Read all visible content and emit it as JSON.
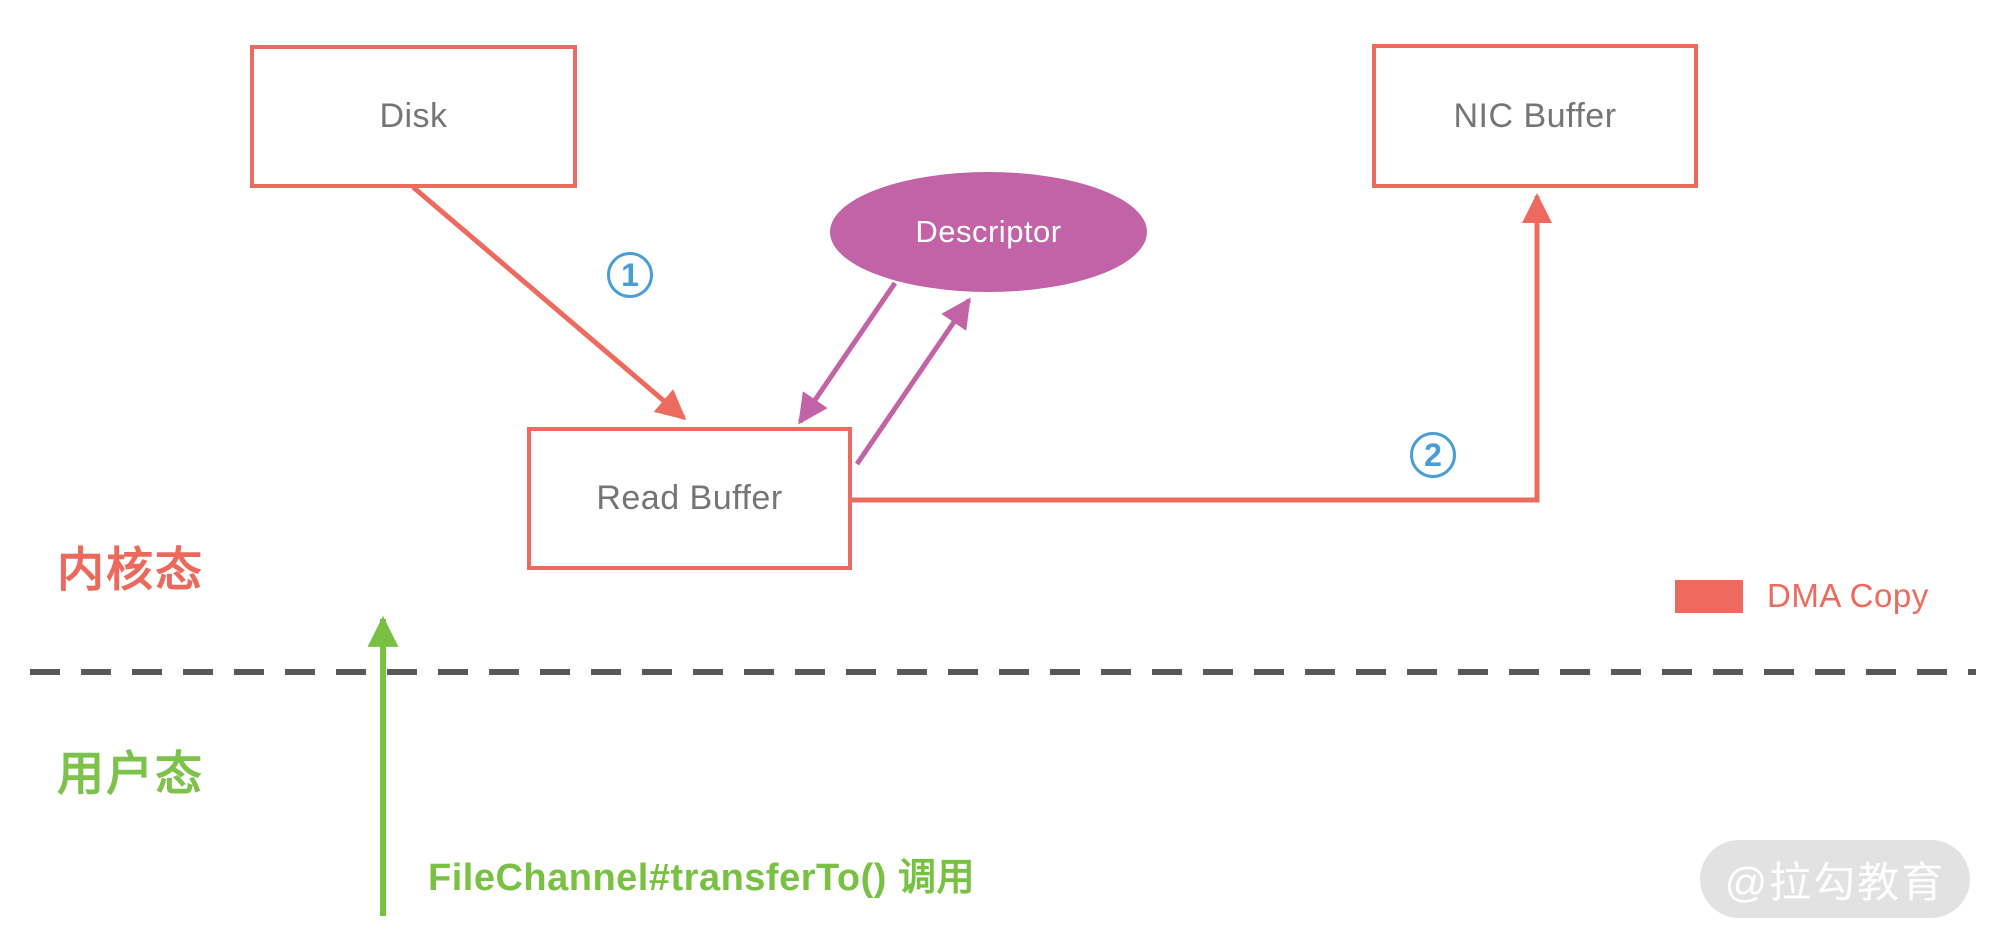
{
  "nodes": {
    "disk": {
      "label": "Disk"
    },
    "nic_buffer": {
      "label": "NIC Buffer"
    },
    "read_buffer": {
      "label": "Read Buffer"
    },
    "descriptor": {
      "label": "Descriptor"
    }
  },
  "zones": {
    "kernel": {
      "label": "内核态"
    },
    "user": {
      "label": "用户态"
    }
  },
  "steps": {
    "one": {
      "number": "1"
    },
    "two": {
      "number": "2"
    }
  },
  "call_label": "FileChannel#transferTo() 调用",
  "legend": {
    "dma_copy_label": "DMA Copy",
    "dma_color": "#ED6B5E"
  },
  "watermark": {
    "text": "@拉勾教育"
  },
  "connections": [
    {
      "from": "disk",
      "to": "read_buffer",
      "type": "dma-copy",
      "step": "1",
      "color": "#ED6B5E"
    },
    {
      "from": "read_buffer",
      "to": "nic_buffer",
      "type": "dma-copy",
      "step": "2",
      "color": "#ED6B5E"
    },
    {
      "from": "descriptor",
      "to": "read_buffer",
      "type": "descriptor-link",
      "color": "#C263A7"
    },
    {
      "from": "read_buffer",
      "to": "descriptor",
      "type": "descriptor-link",
      "color": "#C263A7"
    },
    {
      "from": "user_mode",
      "to": "kernel_mode",
      "type": "syscall",
      "color": "#79C143"
    }
  ],
  "colors": {
    "dma_arrow": "#ED6B5E",
    "descriptor_fill": "#C263A7",
    "kernel_label": "#EC6A5D",
    "user_label": "#7CC24B",
    "step_badge": "#4A9ED5",
    "node_text": "#757575",
    "boundary_dash": "#58585A",
    "call_arrow": "#79C143"
  }
}
